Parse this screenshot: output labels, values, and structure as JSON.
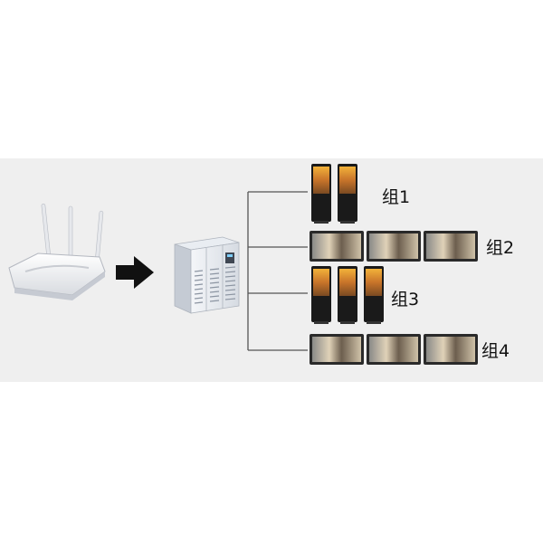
{
  "diagram": {
    "groups": [
      {
        "label": "组1",
        "device": "kiosk-vertical",
        "count": 2
      },
      {
        "label": "组2",
        "device": "screen-horizontal",
        "count": 3
      },
      {
        "label": "组3",
        "device": "kiosk-vertical",
        "count": 3
      },
      {
        "label": "组4",
        "device": "screen-horizontal",
        "count": 3
      }
    ],
    "colors": {
      "band": "#efefef",
      "arrow": "#111111",
      "line": "#555555",
      "kiosk_body": "#1a1a1a",
      "screen_frame": "#2a2a2a"
    },
    "icons": {
      "source": "router-icon",
      "flow": "arrow-right-icon",
      "hub": "server-cabinet-icon"
    }
  }
}
